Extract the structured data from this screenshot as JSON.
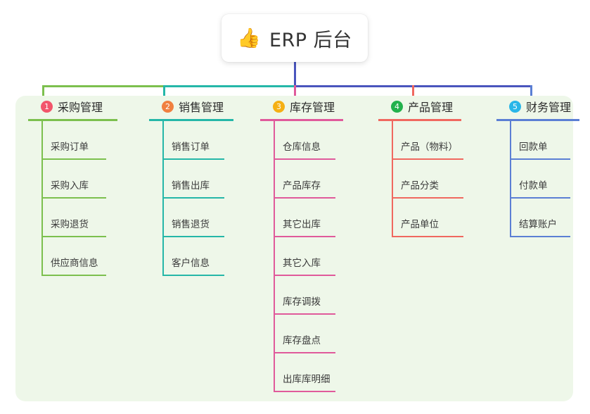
{
  "root": {
    "icon": "thumbs-up-emoji",
    "emoji": "👍",
    "title": "ERP 后台"
  },
  "palette": {
    "panel_bg": "#eef7e9",
    "page_bg": "#ffffff",
    "trunk": "#4a55bd",
    "bus_green": "#7cc04e",
    "bus_teal": "#25b7a8",
    "bus_blue": "#4a55bd",
    "col1_line": "#7cc04e",
    "col2_line": "#25b7a8",
    "col3_line": "#e05a9b",
    "col4_line": "#f0685f",
    "col5_line": "#5b7fd4",
    "badge1": "#f2556b",
    "badge2": "#f08040",
    "badge3": "#f5b014",
    "badge4": "#22b14c",
    "badge5": "#29b6e8",
    "text": "#333333"
  },
  "columns": [
    {
      "index": "1",
      "title": "采购管理",
      "items": [
        {
          "label": "采购订单"
        },
        {
          "label": "采购入库"
        },
        {
          "label": "采购退货"
        },
        {
          "label": "供应商信息"
        }
      ]
    },
    {
      "index": "2",
      "title": "销售管理",
      "items": [
        {
          "label": "销售订单"
        },
        {
          "label": "销售出库"
        },
        {
          "label": "销售退货"
        },
        {
          "label": "客户信息"
        }
      ]
    },
    {
      "index": "3",
      "title": "库存管理",
      "items": [
        {
          "label": "仓库信息"
        },
        {
          "label": "产品库存"
        },
        {
          "label": "其它出库"
        },
        {
          "label": "其它入库"
        },
        {
          "label": "库存调拨"
        },
        {
          "label": "库存盘点"
        },
        {
          "label": "出库库明细"
        }
      ]
    },
    {
      "index": "4",
      "title": "产品管理",
      "items": [
        {
          "label": "产品（物料）"
        },
        {
          "label": "产品分类"
        },
        {
          "label": "产品单位"
        }
      ]
    },
    {
      "index": "5",
      "title": "财务管理",
      "items": [
        {
          "label": "回款单"
        },
        {
          "label": "付款单"
        },
        {
          "label": "结算账户"
        }
      ]
    }
  ]
}
